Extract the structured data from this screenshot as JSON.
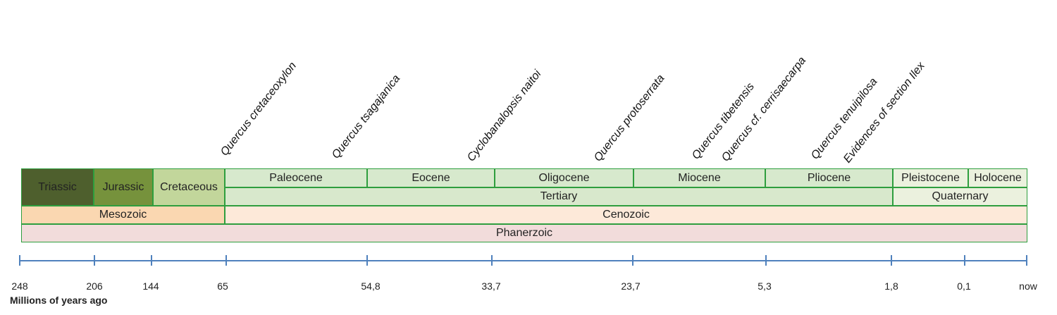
{
  "species": [
    "Quercus cretaceoxylon",
    "Quercus tsagajanica",
    "Cyclobanalopsis naitoi",
    "Quercus protoserrata",
    "Quercus tibetensis",
    "Quercus cf. cerrisaecarpa",
    "Quercus tenuipilosa",
    "Evidences of section Ilex"
  ],
  "periods": [
    "Triassic",
    "Jurassic",
    "Cretaceous"
  ],
  "epochs": [
    "Paleocene",
    "Eocene",
    "Oligocene",
    "Miocene",
    "Pliocene",
    "Pleistocene",
    "Holocene"
  ],
  "tertiary": "Tertiary",
  "quaternary": "Quaternary",
  "mesozoic": "Mesozoic",
  "cenozoic": "Cenozoic",
  "phanerzoic": "Phanerzoic",
  "ticks": [
    "248",
    "206",
    "144",
    "65",
    "54,8",
    "33,7",
    "23,7",
    "5,3",
    "1,8",
    "0,1",
    "now"
  ],
  "axis_title": "Millions of years ago",
  "colors": {
    "border": "#2e9e3e",
    "triassic": "#4e5f2d",
    "jurassic": "#76923c",
    "cretaceous": "#c2d69b",
    "epoch": "#d7e9cd",
    "tertiary": "#d8e8cc",
    "quaternary": "#ebf1de",
    "mesozoic": "#fad7b1",
    "cenozoic": "#fde9d9",
    "phanerzoic": "#f2dcdb",
    "axis": "#4f81bd"
  }
}
